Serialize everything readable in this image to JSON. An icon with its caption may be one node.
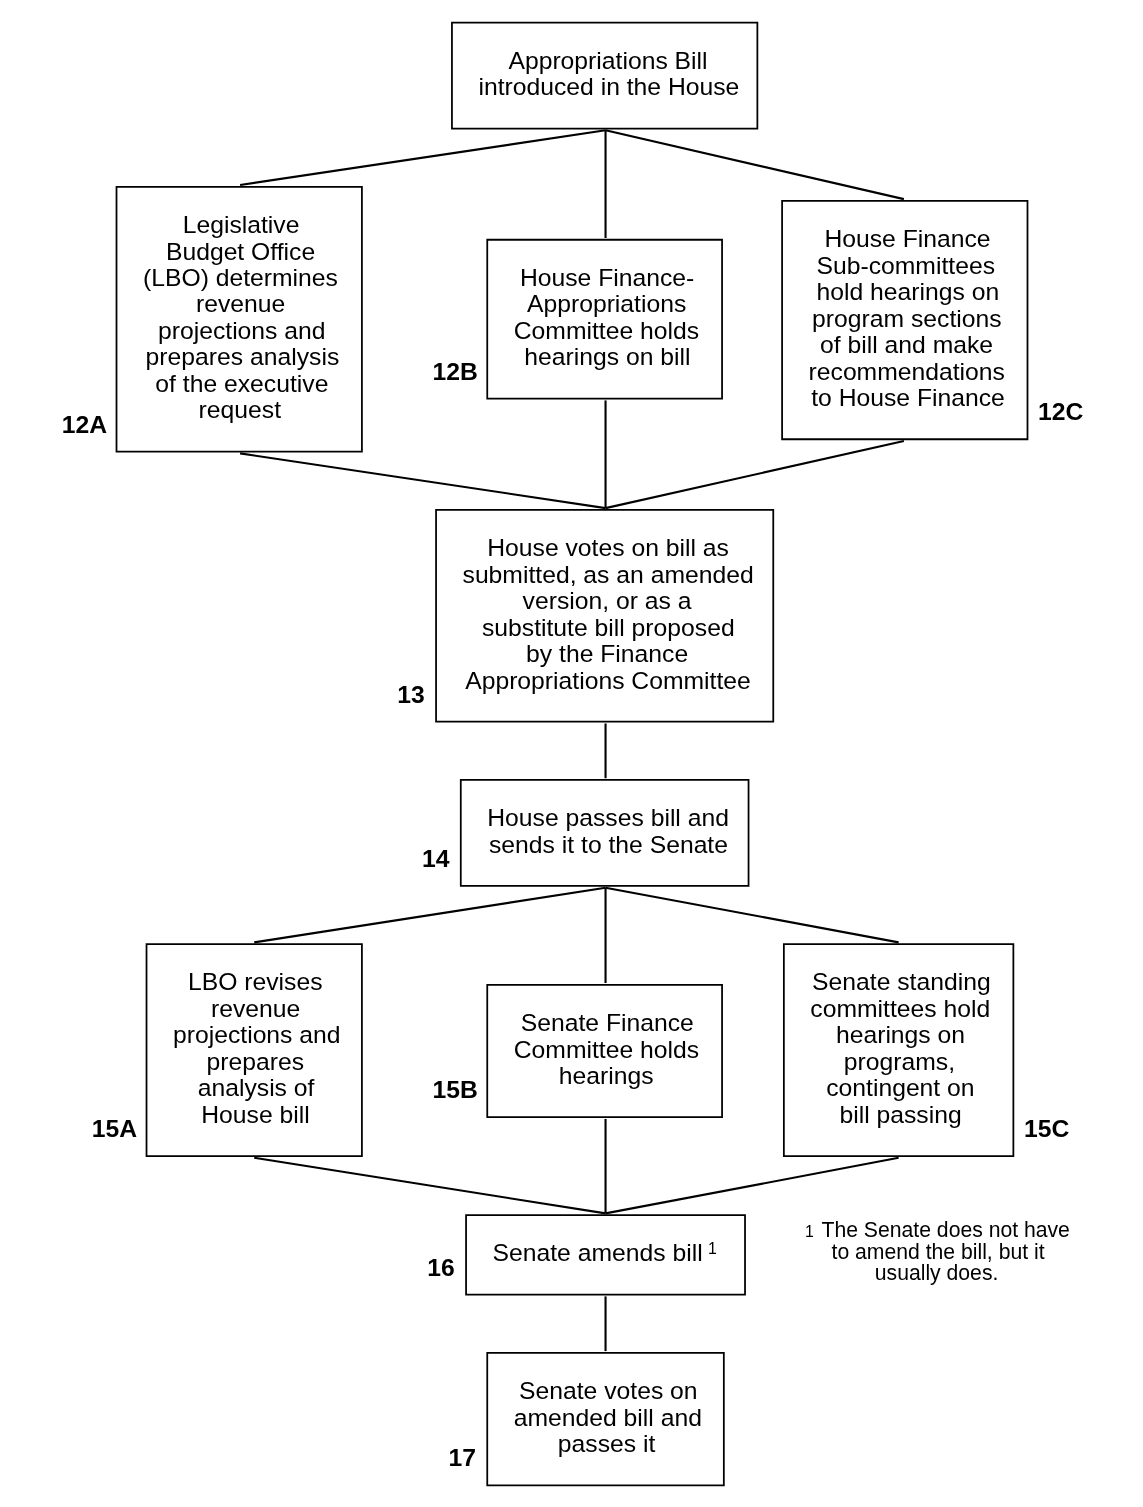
{
  "diagram": {
    "nodes": [
      {
        "text": [
          "Appropriations Bill introduced in the House"
        ]
      },
      {
        "text": [
          "Legislative Budget Office (LBO) determines revenue projections and prepares analysis of the executive request"
        ],
        "beside": [
          "12A"
        ]
      },
      {
        "text": [
          "House Finance-Appropriations Committee holds hearings on bill"
        ],
        "beside": [
          "12B"
        ]
      },
      {
        "text": [
          "House Finance Sub-committees hold hearings on program sections of bill and make recommendations to House Finance"
        ],
        "beside": [
          "12C"
        ]
      },
      {
        "text": [
          "House votes on bill as submitted, as an amended version, or as a substitute bill proposed by the Finance Appropriations Committee"
        ],
        "beside": [
          "13"
        ]
      },
      {
        "text": [
          "House passes bill and sends it to the Senate"
        ],
        "beside": [
          "14"
        ]
      },
      {
        "text": [
          "LBO revises revenue projections and prepares analysis of House bill"
        ],
        "beside": [
          "15A"
        ]
      },
      {
        "text": [
          "Senate Finance Committee holds hearings"
        ],
        "beside": [
          "15B"
        ]
      },
      {
        "text": [
          "Senate standing committees hold hearings on programs, contingent on bill passing"
        ],
        "beside": [
          "15C"
        ]
      },
      {
        "text": [
          "Senate amends bill $^{1}$"
        ],
        "beside": [
          "16"
        ]
      },
      {
        "text": [
          "Senate votes on amended bill and passes it"
        ],
        "beside": [
          "17"
        ]
      }
    ],
    "edges": [
      {
        "from": 0,
        "to": 1,
        "arrow": "none"
      },
      {
        "from": 0,
        "to": 2,
        "arrow": "none"
      },
      {
        "from": 0,
        "to": 3,
        "arrow": "none"
      },
      {
        "from": 1,
        "to": 4,
        "arrow": "none"
      },
      {
        "from": 2,
        "to": 4,
        "arrow": "none"
      },
      {
        "from": 3,
        "to": 4,
        "arrow": "none"
      },
      {
        "from": 4,
        "to": 5,
        "arrow": "none"
      },
      {
        "from": 5,
        "to": 6,
        "arrow": "none"
      },
      {
        "from": 5,
        "to": 7,
        "arrow": "none"
      },
      {
        "from": 5,
        "to": 8,
        "arrow": "none"
      },
      {
        "from": 6,
        "to": 9,
        "arrow": "none"
      },
      {
        "from": 7,
        "to": 9,
        "arrow": "none"
      },
      {
        "from": 8,
        "to": 9,
        "arrow": "none"
      },
      {
        "from": 9,
        "to": 10,
        "arrow": "none"
      }
    ],
    "labels": [
      "$^{1}$ The Senate does not have to amend the bill, but it usually does."
    ]
  }
}
